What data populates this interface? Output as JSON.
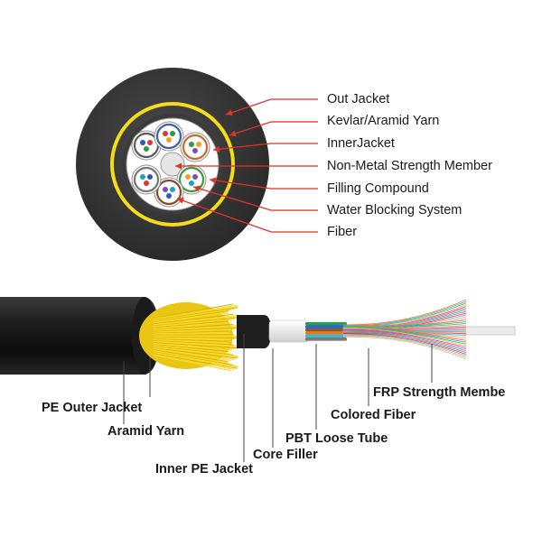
{
  "cross_section": {
    "labels": [
      "Out Jacket",
      "Kevlar/Aramid Yarn",
      "InnerJacket",
      "Non-Metal Strength Member",
      "Filling Compound",
      "Water Blocking System",
      "Fiber"
    ]
  },
  "side_view": {
    "labels": [
      "PE Outer Jacket",
      "Aramid Yarn",
      "Inner PE Jacket",
      "Core Filler",
      "PBT Loose Tube",
      "Colored Fiber",
      "FRP Strength Membe"
    ]
  },
  "colors": {
    "leader_line": "#e0312b",
    "jacket": "#2f2f2f",
    "aramid": "#f2d21a",
    "callout_line": "#444444"
  }
}
